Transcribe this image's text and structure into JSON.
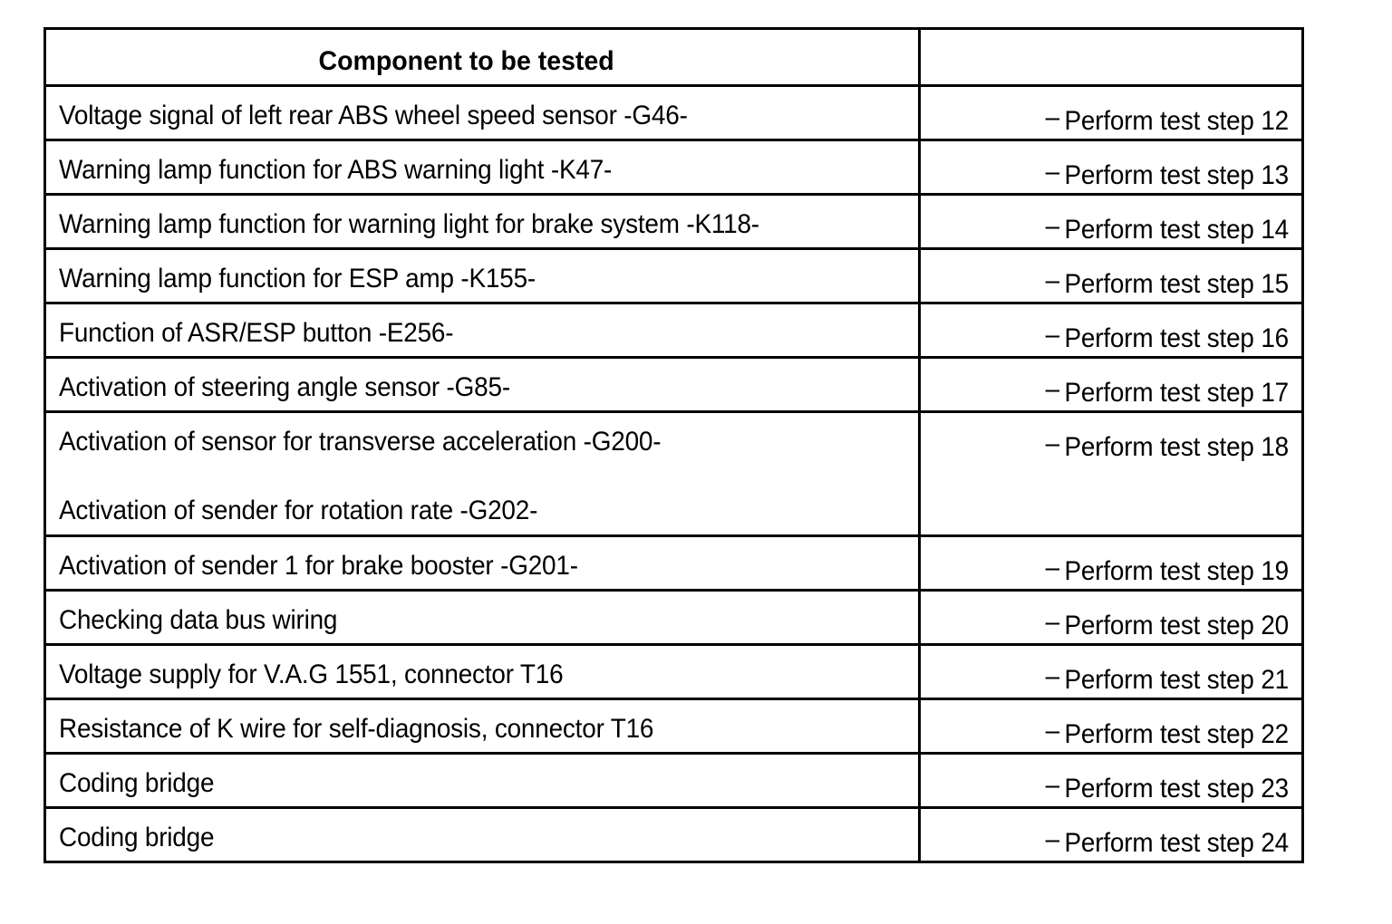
{
  "document": {
    "type": "table",
    "background_color": "#ffffff",
    "text_color": "#000000",
    "border_color": "#000000"
  },
  "table": {
    "headers": {
      "component": "Component to be tested",
      "action": ""
    },
    "dash_glyph": "–",
    "rows": [
      {
        "component_lines": [
          "Voltage signal of left rear ABS wheel speed sensor -G46-"
        ],
        "action": "Perform test step 12",
        "tall": false
      },
      {
        "component_lines": [
          "Warning lamp function for ABS warning light -K47-"
        ],
        "action": "Perform test step 13",
        "tall": false
      },
      {
        "component_lines": [
          "Warning lamp function for warning light for brake system -K118-"
        ],
        "action": "Perform test step 14",
        "tall": false
      },
      {
        "component_lines": [
          "Warning lamp function for ESP amp -K155-"
        ],
        "action": "Perform test step 15",
        "tall": false
      },
      {
        "component_lines": [
          "Function of ASR/ESP button -E256-"
        ],
        "action": "Perform test step 16",
        "tall": false
      },
      {
        "component_lines": [
          "Activation of steering angle sensor -G85-"
        ],
        "action": "Perform test step 17",
        "tall": false
      },
      {
        "component_lines": [
          "Activation of sensor for transverse acceleration -G200-",
          "Activation of sender for rotation rate -G202-"
        ],
        "action": "Perform test step 18",
        "tall": true
      },
      {
        "component_lines": [
          "Activation of sender 1 for brake booster -G201-"
        ],
        "action": "Perform test step 19",
        "tall": false
      },
      {
        "component_lines": [
          "Checking data bus wiring"
        ],
        "action": "Perform test step 20",
        "tall": false
      },
      {
        "component_lines": [
          "Voltage supply for V.A.G 1551, connector T16"
        ],
        "action": "Perform test step 21",
        "tall": false
      },
      {
        "component_lines": [
          "Resistance of K wire for self-diagnosis, connector T16"
        ],
        "action": "Perform test step 22",
        "tall": false
      },
      {
        "component_lines": [
          "Coding bridge"
        ],
        "action": "Perform test step 23",
        "tall": false
      },
      {
        "component_lines": [
          "Coding bridge"
        ],
        "action": "Perform test step 24",
        "tall": false
      }
    ]
  }
}
